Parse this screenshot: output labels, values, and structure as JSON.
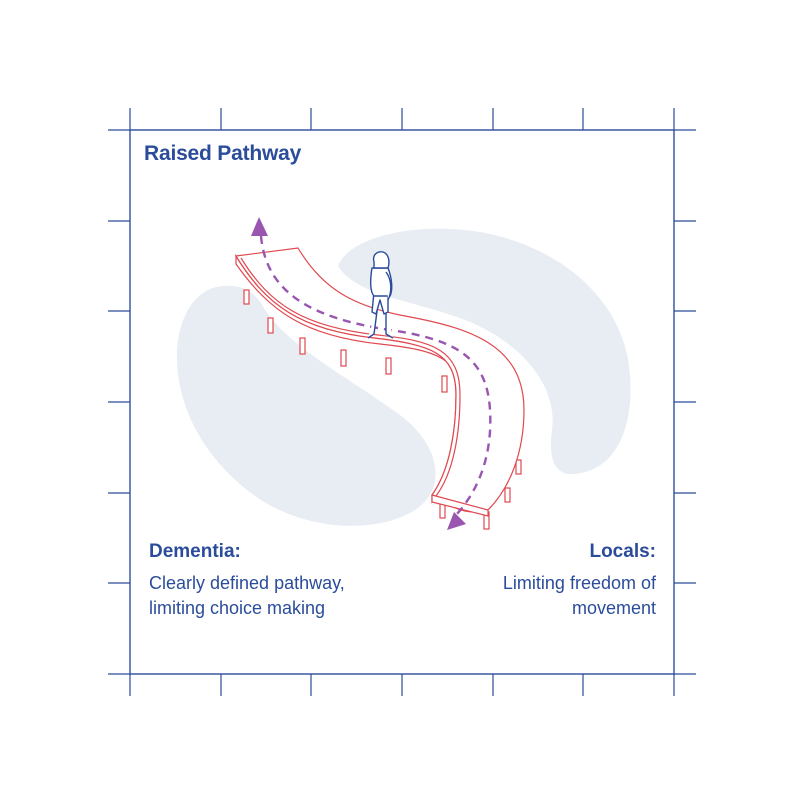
{
  "title": "Raised Pathway",
  "colors": {
    "frame": "#2a4c9b",
    "blob": "#e8ecf3",
    "path": "#e0484f",
    "route": "#9a55b0",
    "text": "#2a4c9b"
  },
  "left_panel": {
    "heading": "Dementia:",
    "lines": [
      "Clearly defined pathway,",
      "limiting choice making"
    ]
  },
  "right_panel": {
    "heading": "Locals:",
    "lines": [
      "Limiting freedom of",
      "movement"
    ]
  }
}
